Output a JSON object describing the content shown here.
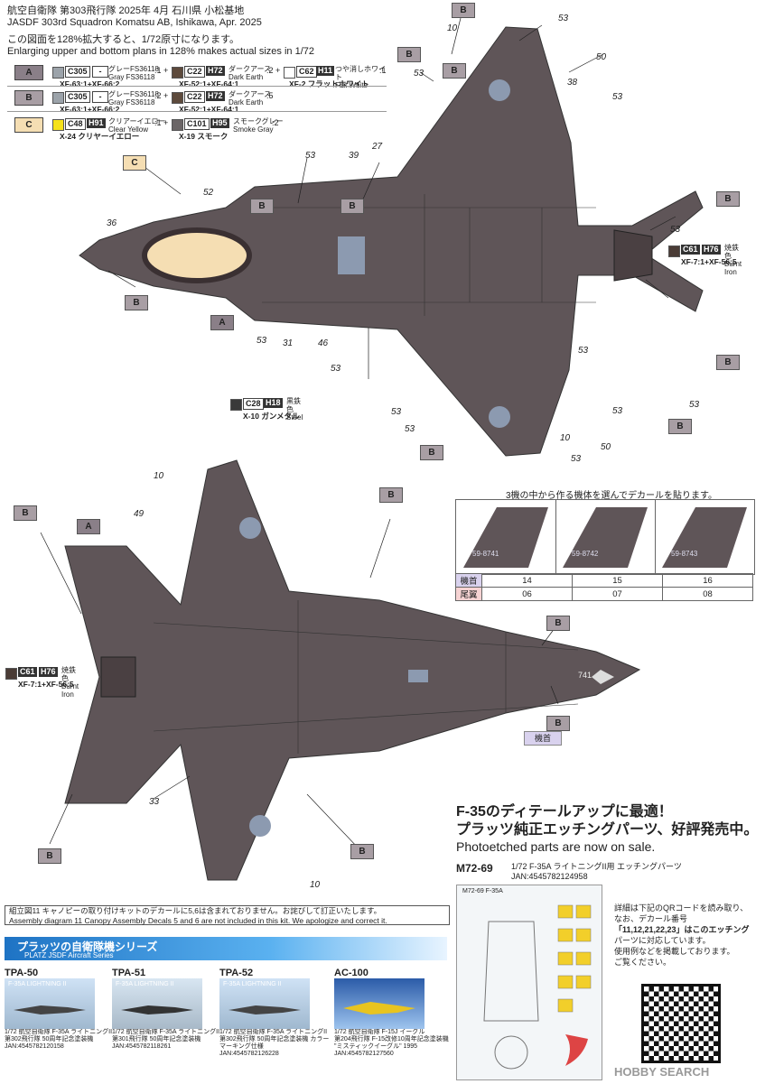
{
  "header": {
    "jp": "航空自衛隊 第303飛行隊 2025年 4月 石川県 小松基地",
    "en": "JASDF 303rd Squadron Komatsu AB, Ishikawa, Apr. 2025",
    "scale_jp": "この図面を128%拡大すると、1/72原寸になります。",
    "scale_en": "Enlarging upper and bottom plans in 128% makes actual sizes in 1/72"
  },
  "paints": {
    "A": {
      "letter": "A",
      "c1_code": "C305",
      "c1_h": "-",
      "c1_jp": "グレーFS36118",
      "c1_en": "Gray FS36118",
      "c1_ratio": ":1 +",
      "c1_mix": "XF-63:1+XF-66:2",
      "c2_code": "C22",
      "c2_h": "H72",
      "c2_jp": "ダークアース",
      "c2_en": "Dark Earth",
      "c2_ratio": ":2 +",
      "c2_mix": "XF-52:1+XF-64:1",
      "c3_code": "C62",
      "c3_h": "H11",
      "c3_jp": "つや消しホワイト",
      "c3_en": "Flat White",
      "c3_ratio": ":1",
      "c3_mix": "XF-2 フラットホワイト"
    },
    "B": {
      "letter": "B",
      "c1_code": "C305",
      "c1_h": "-",
      "c1_jp": "グレーFS36118",
      "c1_en": "Gray FS36118",
      "c1_ratio": ":2 +",
      "c1_mix": "XF-63:1+XF-66:2",
      "c2_code": "C22",
      "c2_h": "H72",
      "c2_jp": "ダークアース",
      "c2_en": "Dark Earth",
      "c2_ratio": ":5",
      "c2_mix": "XF-52:1+XF-64:1"
    },
    "C": {
      "letter": "C",
      "c1_code": "C48",
      "c1_h": "H91",
      "c1_jp": "クリアーイエロー",
      "c1_en": "Clear Yellow",
      "c1_ratio": ":1 +",
      "c1_mix": "X-24 クリヤーイエロー",
      "c2_code": "C101",
      "c2_h": "H95",
      "c2_jp": "スモークグレー",
      "c2_en": "Smoke Gray",
      "c2_ratio": ":2",
      "c2_mix": "X-19 スモーク"
    },
    "burnt_iron": {
      "code": "C61",
      "h": "H76",
      "jp": "焼鉄色",
      "en": "Burnt Iron",
      "mix": "XF-7:1+XF-56:5"
    },
    "steel": {
      "code": "C28",
      "h": "H18",
      "jp": "黒鉄色",
      "en": "Steel",
      "mix": "X-10 ガンメタル"
    }
  },
  "colors": {
    "A": "#8a7f88",
    "B": "#a89ea4",
    "C": "#f5deb3",
    "airframe": "#5f5558",
    "roundel": "#8c9ab0"
  },
  "callouts": {
    "n10": "10",
    "n53": "53",
    "n50": "50",
    "n38": "38",
    "n27": "27",
    "n39": "39",
    "n52": "52",
    "n36": "36",
    "n31": "31",
    "n46": "46",
    "n33": "33",
    "n49": "49",
    "B": "B",
    "A": "A",
    "C": "C"
  },
  "tail_section": {
    "instruction": "3機の中から作る機体を選んでデカールを貼ります。",
    "serials": [
      "59-8741",
      "59-8742",
      "59-8743"
    ],
    "row1_label": "機首",
    "row1": [
      "14",
      "15",
      "16"
    ],
    "row2_label": "尾翼",
    "row2": [
      "06",
      "07",
      "08"
    ]
  },
  "nose_tag": "機首",
  "nose_number": "741",
  "promo": {
    "line1": "F-35のディテールアップに最適！",
    "line2": "プラッツ純正エッチングパーツ、好評発売中。",
    "en": "Photoetched parts are now on sale.",
    "code": "M72-69",
    "product": "1/72 F-35A ライトニングII用 エッチングパーツ",
    "jan": "JAN:4545782124958",
    "pe_label": "M72-69 F-35A",
    "detail1": "詳細は下記のQRコードを読み取り、",
    "detail2": "なお、デカール番号",
    "detail3": "「11,12,21,22,23」はこのエッチング",
    "detail4": "パーツに対応しています。",
    "detail5": "使用例などを掲載しております。",
    "detail6": "ご覧ください。"
  },
  "correction": {
    "jp": "組立図11 キャノピーの取り付けキットのデカールに5,6は含まれておりません。お詫びして訂正いたします。",
    "en": "Assembly diagram 11 Canopy Assembly Decals 5 and 6 are not included in this kit. We apologize and correct it."
  },
  "series": {
    "title_jp": "プラッツの自衛隊機シリーズ",
    "title_en": "PLATZ JSDF Aircraft Series",
    "items": [
      {
        "code": "TPA-50",
        "box_title": "F-35A LIGHTNING II",
        "l1": "1/72 航空自衛隊 F-35A ライトニングII",
        "l2": "第302飛行隊 50周年記念塗装機",
        "jan": "JAN:4545782120158"
      },
      {
        "code": "TPA-51",
        "box_title": "F-35A LIGHTNING II",
        "l1": "1/72 航空自衛隊 F-35A ライトニングII",
        "l2": "第301飛行隊 50周年記念塗装機",
        "jan": "JAN:4545782118261"
      },
      {
        "code": "TPA-52",
        "box_title": "F-35A LIGHTNING II",
        "l1": "1/72 航空自衛隊 F-35A ライトニングII",
        "l2": "第302飛行隊 50周年記念塗装機 カラーマーキング仕様",
        "jan": "JAN:4545782126228"
      },
      {
        "code": "AC-100",
        "box_title": "",
        "l1": "1/72 航空自衛隊 F-15J イーグル",
        "l2": "第204飛行隊 F-15改修10周年記念塗装機 \"ミスティックイーグル\" 1995",
        "jan": "JAN:4545782127560"
      }
    ]
  },
  "watermark": "HOBBY SEARCH"
}
